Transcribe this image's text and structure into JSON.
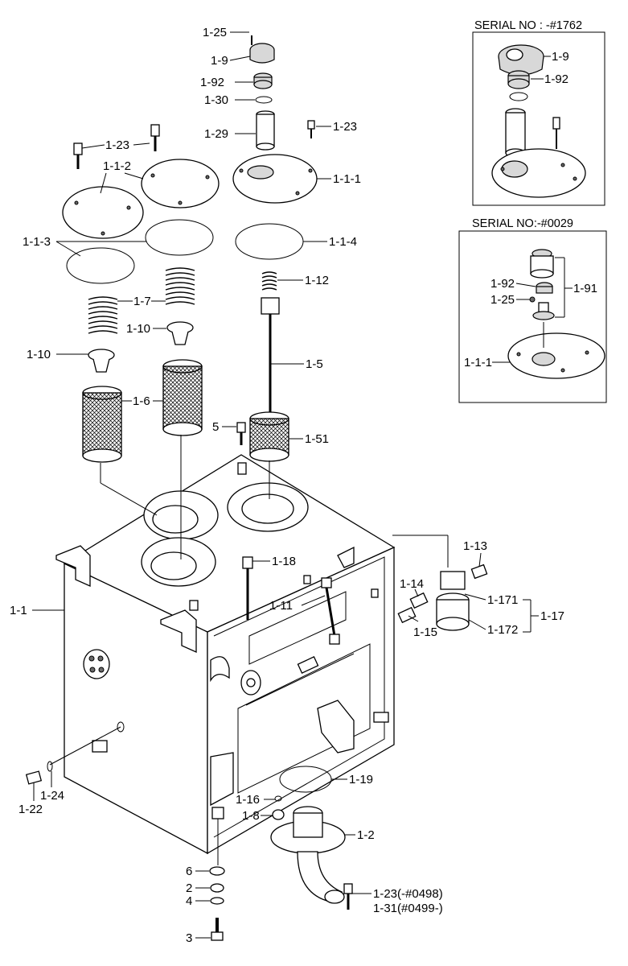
{
  "diagram": {
    "inset_top": {
      "title": "SERIAL NO : -#1762"
    },
    "inset_bottom": {
      "title": "SERIAL NO:-#0029"
    },
    "labels": {
      "l_1_25": "1-25",
      "l_1_9": "1-9",
      "l_1_92": "1-92",
      "l_1_30": "1-30",
      "l_1_29": "1-29",
      "l_1_23a": "1-23",
      "l_1_23b": "1-23",
      "l_1_1_2": "1-1-2",
      "l_1_1_1": "1-1-1",
      "l_1_1_3": "1-1-3",
      "l_1_1_4": "1-1-4",
      "l_1_12": "1-12",
      "l_1_7": "1-7",
      "l_1_10a": "1-10",
      "l_1_10b": "1-10",
      "l_1_5": "1-5",
      "l_1_6": "1-6",
      "l_5": "5",
      "l_1_51": "1-51",
      "l_1_13": "1-13",
      "l_1_18": "1-18",
      "l_1_14": "1-14",
      "l_1_171": "1-171",
      "l_1_17": "1-17",
      "l_1_1": "1-1",
      "l_1_11": "1-11",
      "l_1_15": "1-15",
      "l_1_172": "1-172",
      "l_1_19": "1-19",
      "l_1_22": "1-22",
      "l_1_24": "1-24",
      "l_1_16": "1-16",
      "l_1_8": "1-8",
      "l_1_2": "1-2",
      "l_6": "6",
      "l_2": "2",
      "l_4": "4",
      "l_1_23c": "1-23(-#0498)",
      "l_1_31": "1-31(#0499-)",
      "l_3": "3",
      "i1_1_9": "1-9",
      "i1_1_92": "1-92",
      "i2_1_92": "1-92",
      "i2_1_25": "1-25",
      "i2_1_91": "1-91",
      "i2_1_1_1": "1-1-1"
    }
  }
}
